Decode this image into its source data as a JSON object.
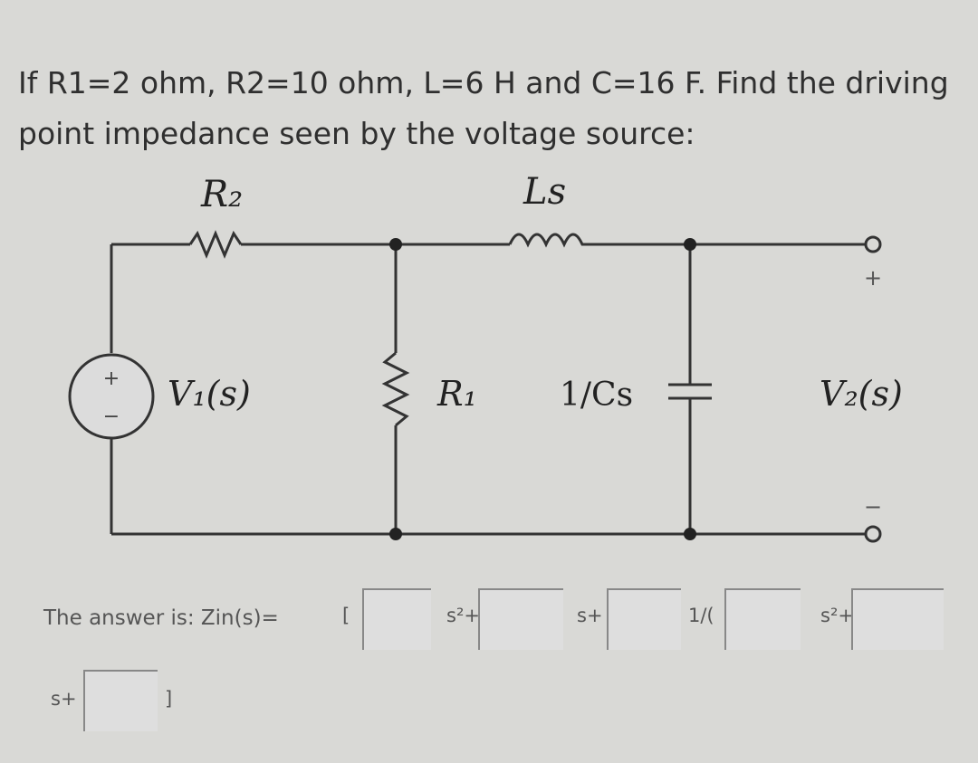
{
  "question": "If R1=2 ohm, R2=10 ohm, L=6 H and C=16 F. Find the driving point impedance seen by the voltage source:",
  "circuit": {
    "r2_label": "R₂",
    "ls_label": "Ls",
    "v1_label": "V₁(s)",
    "r1_label": "R₁",
    "cap_label": "1/Cs",
    "v2_label": "V₂(s)",
    "source_plus": "+",
    "source_minus": "−",
    "out_plus": "+",
    "out_minus": "−"
  },
  "answer": {
    "label": "The answer is: Zin(s)=",
    "open_bracket": "[",
    "s2_plus_1": "s²+",
    "s_plus_1": "s+",
    "one_over": "1/(",
    "s2_plus_2": "s²+",
    "s_plus_2": "s+",
    "close_bracket": "]"
  }
}
